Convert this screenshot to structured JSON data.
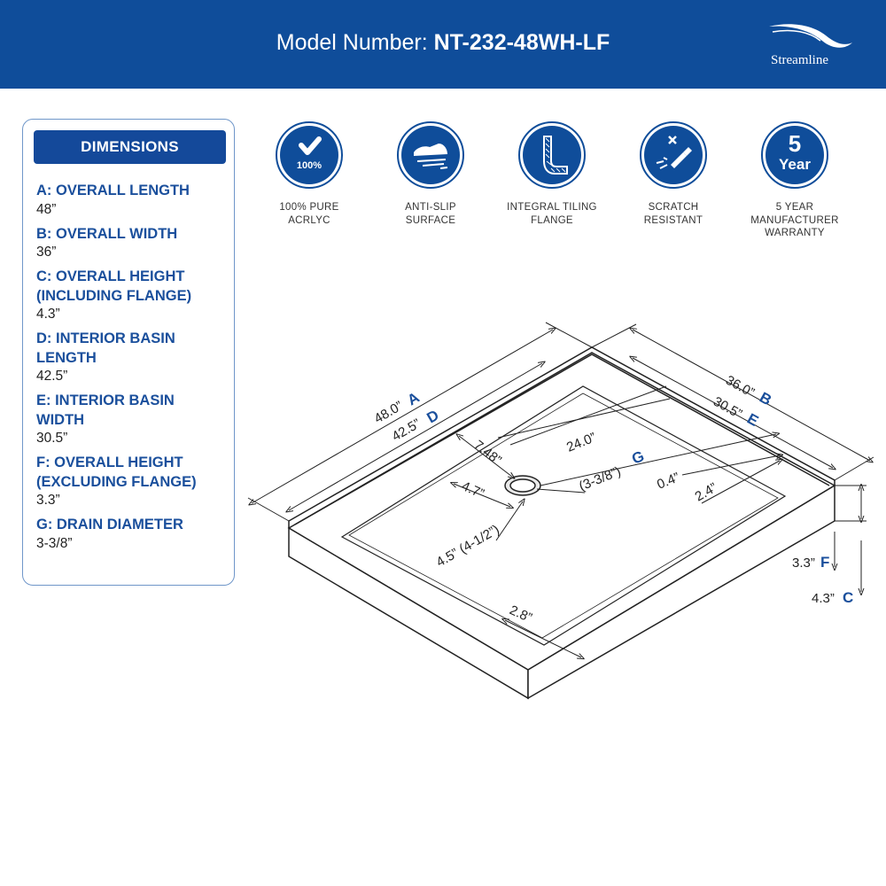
{
  "header": {
    "model_label": "Model Number:",
    "model_number": "NT-232-48WH-LF",
    "brand": "Streamline"
  },
  "dimensions": {
    "title": "DIMENSIONS",
    "items": [
      {
        "label_lines": [
          "A: OVERALL LENGTH"
        ],
        "value": "48”"
      },
      {
        "label_lines": [
          "B: OVERALL WIDTH"
        ],
        "value": "36”"
      },
      {
        "label_lines": [
          "C: OVERALL HEIGHT",
          "(INCLUDING FLANGE)"
        ],
        "value": "4.3”"
      },
      {
        "label_lines": [
          "D: INTERIOR BASIN",
          "LENGTH"
        ],
        "value": "42.5”"
      },
      {
        "label_lines": [
          "E: INTERIOR BASIN",
          "WIDTH"
        ],
        "value": "30.5”"
      },
      {
        "label_lines": [
          "F: OVERALL HEIGHT",
          "(EXCLUDING FLANGE)"
        ],
        "value": "3.3”"
      },
      {
        "label_lines": [
          "G: DRAIN DIAMETER"
        ],
        "value": "3-3/8”"
      }
    ]
  },
  "features": [
    {
      "icon": "checkmark-100-icon",
      "icon_text": "100%",
      "lines": [
        "100% PURE",
        "ACRLYC"
      ]
    },
    {
      "icon": "anti-slip-shoe-icon",
      "lines": [
        "ANTI-SLIP",
        "SURFACE"
      ]
    },
    {
      "icon": "tiling-flange-icon",
      "lines": [
        "INTEGRAL TILING",
        "FLANGE"
      ]
    },
    {
      "icon": "scratch-resistant-icon",
      "lines": [
        "SCRATCH",
        "RESISTANT"
      ]
    },
    {
      "icon": "warranty-5-year-icon",
      "icon_number": "5",
      "icon_word": "Year",
      "lines": [
        "5 YEAR",
        "MANUFACTURER",
        "WARRANTY"
      ]
    }
  ],
  "diagram": {
    "overall_length": "48.0”",
    "letter_a": "A",
    "interior_length": "42.5”",
    "letter_d": "D",
    "overall_width": "36.0”",
    "letter_b": "B",
    "interior_width": "30.5”",
    "letter_e": "E",
    "drain_to_back": "7.48”",
    "drain_to_side": "24.0”",
    "drain_diameter": "(3-3/8”)",
    "letter_g": "G",
    "flange_width": "0.4”",
    "side_ledge": "2.4”",
    "drain_offset": "4.7”",
    "drain_front": "4.5” (4-1/2”)",
    "front_ledge": "2.8”",
    "height_excl": "3.3”",
    "letter_f": "F",
    "height_incl": "4.3”",
    "letter_c": "C"
  },
  "colors": {
    "brand_blue": "#0f4d9a",
    "label_blue": "#1a4f9c"
  }
}
